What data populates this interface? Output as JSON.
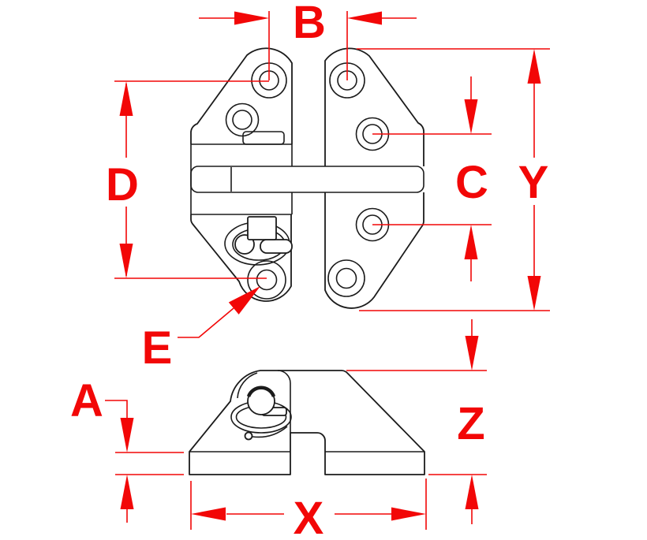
{
  "drawing": {
    "kind": "technical dimension drawing",
    "views": {
      "main": "hinge top view",
      "secondary": "hinge side profile view"
    },
    "dimension_labels": {
      "A": "A",
      "B": "B",
      "C": "C",
      "D": "D",
      "E": "E",
      "X": "X",
      "Y": "Y",
      "Z": "Z"
    }
  },
  "colors": {
    "dimension_red": "#f20707",
    "outline_black": "#1b1b1b",
    "background": "#ffffff"
  }
}
